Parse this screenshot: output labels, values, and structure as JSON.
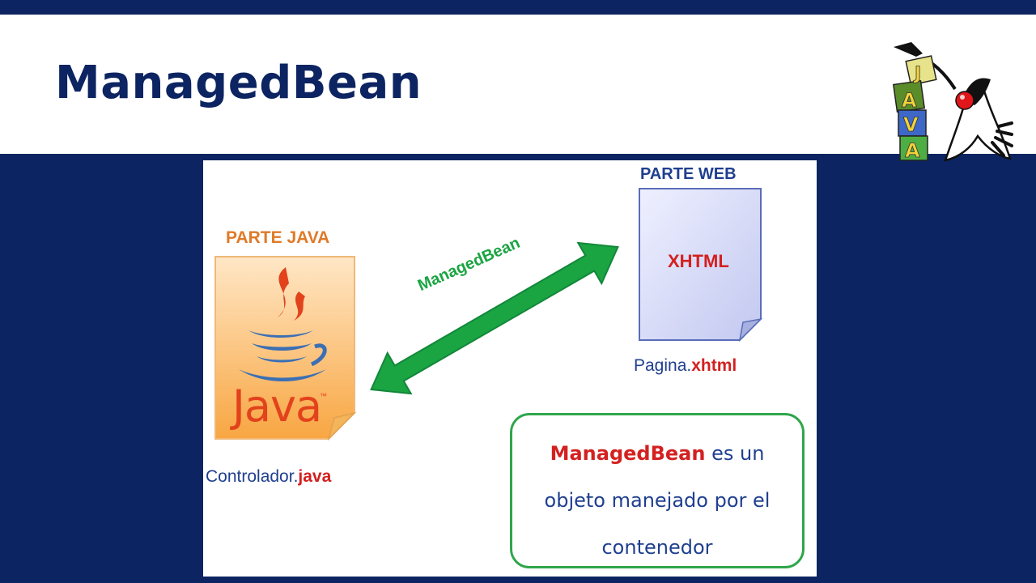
{
  "header": {
    "title": "ManagedBean"
  },
  "mascot": {
    "block_letters": [
      "J",
      "A",
      "V",
      "A"
    ]
  },
  "diagram": {
    "java_part": {
      "label": "PARTE JAVA",
      "logo_word": "Java",
      "logo_tm": "™",
      "file_name": "Controlador.",
      "file_ext": "java"
    },
    "web_part": {
      "label": "PARTE WEB",
      "doc_text": "XHTML",
      "file_name": "Pagina.",
      "file_ext": "xhtml"
    },
    "arrow_label": "ManagedBean",
    "note": {
      "highlight": "ManagedBean",
      "line1_rest": " es un",
      "line2": "objeto manejado por el",
      "line3": "contenedor"
    }
  },
  "colors": {
    "navy": "#0c2461",
    "java_orange": "#e07a28",
    "java_red": "#e2421c",
    "web_blue": "#1f3f8f",
    "accent_red": "#d42020",
    "arrow_green": "#1aa442",
    "doc_lavender": "#c8cdf2"
  }
}
